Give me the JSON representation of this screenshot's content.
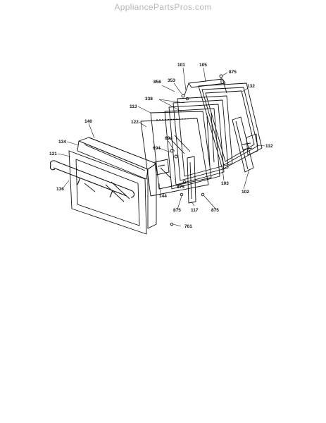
{
  "watermark": "AppliancePartsPros.com",
  "labels": {
    "p101": "101",
    "p105": "105",
    "p875_top": "875",
    "p353": "353",
    "p856": "856",
    "p132": "132",
    "p338": "338",
    "p113": "113",
    "p122": "122",
    "p140": "140",
    "p134": "134",
    "p121": "121",
    "p694_a": "694",
    "p694_b": "694",
    "p112": "112",
    "p103": "103",
    "p875_a": "875",
    "p144": "144",
    "p102": "102",
    "p136": "136",
    "p875_b": "875",
    "p117": "117",
    "p875_c": "875",
    "p761": "761"
  }
}
